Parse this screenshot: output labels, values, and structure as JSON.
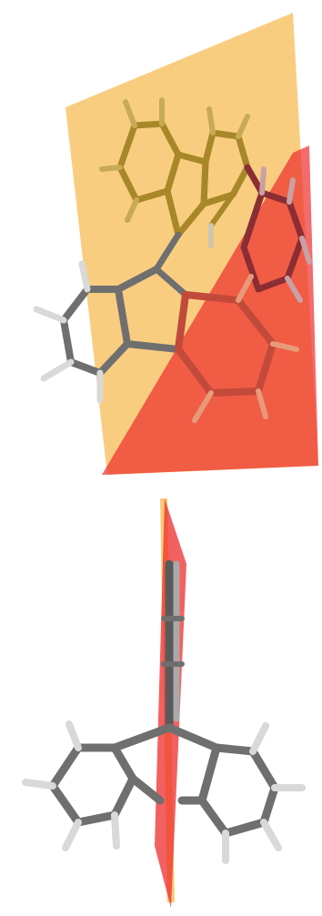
{
  "figure": {
    "panels": [
      {
        "id": "top",
        "view": "oblique",
        "planes": [
          {
            "name": "plane-orange",
            "color": "#f8c15f",
            "opacity": 0.8
          },
          {
            "name": "plane-red",
            "color": "#ee2c2c",
            "opacity": 0.7
          }
        ]
      },
      {
        "id": "bottom",
        "view": "edge-on",
        "planes": [
          {
            "name": "plane-orange",
            "color": "#f8c15f",
            "opacity": 0.85
          },
          {
            "name": "plane-red",
            "color": "#ee2c2c",
            "opacity": 0.75
          }
        ]
      }
    ],
    "colors": {
      "bond_gray": "#6f6f6f",
      "bond_gray_light": "#a9a9a9",
      "hydrogen": "#d9d9d9",
      "bond_gold": "#a88729",
      "bond_maroon": "#8a2e34",
      "background": "#ffffff"
    }
  }
}
